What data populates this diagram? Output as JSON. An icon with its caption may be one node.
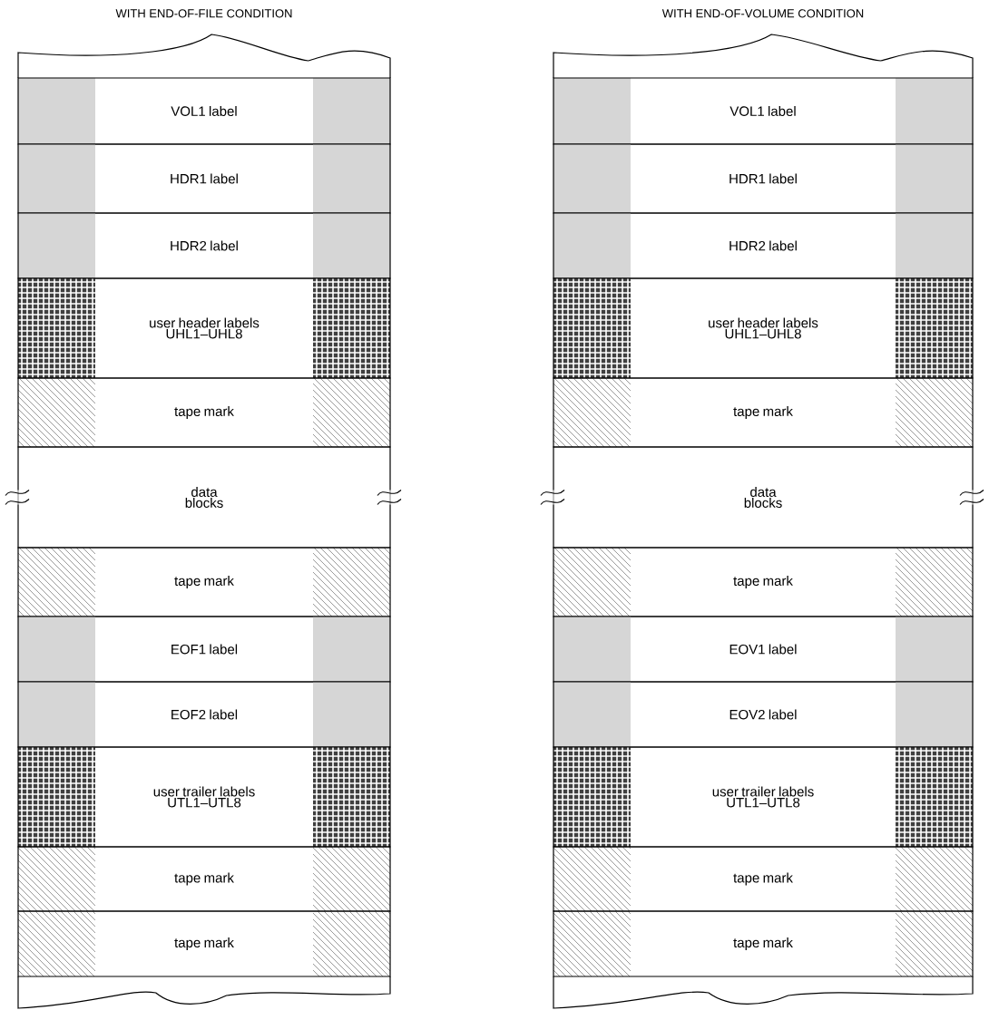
{
  "diagram": {
    "nodes": [
      {
        "text": [
          "WITH END-OF-FILE CONDITION"
        ]
      },
      {
        "text": [
          "VOL1 label"
        ],
        "in": 0
      },
      {
        "text": [
          "HDR1 label"
        ],
        "in": 0
      },
      {
        "text": [
          "HDR2 label"
        ],
        "in": 0
      },
      {
        "text": [
          "user header labels UHL1–UHL8"
        ],
        "in": 0
      },
      {
        "text": [
          "tape mark"
        ],
        "in": 0
      },
      {
        "text": [
          "data blocks"
        ],
        "in": 0
      },
      {
        "text": [
          "tape mark"
        ],
        "in": 0
      },
      {
        "text": [
          "EOF1 label"
        ],
        "in": 0
      },
      {
        "text": [
          "EOF2 label"
        ],
        "in": 0
      },
      {
        "text": [
          "user trailer labels UTL1–UTL8"
        ],
        "in": 0
      },
      {
        "text": [
          "tape mark"
        ],
        "in": 0
      },
      {
        "text": [
          "tape mark"
        ],
        "in": 0
      },
      {
        "text": [
          "WITH END-OF-VOLUME CONDITION"
        ]
      },
      {
        "text": [
          "VOL1 label"
        ],
        "in": 13
      },
      {
        "text": [
          "HDR1 label"
        ],
        "in": 13
      },
      {
        "text": [
          "HDR2 label"
        ],
        "in": 13
      },
      {
        "text": [
          "user header labels UHL1–UHL8"
        ],
        "in": 13
      },
      {
        "text": [
          "tape mark"
        ],
        "in": 13
      },
      {
        "text": [
          "data blocks"
        ],
        "in": 13
      },
      {
        "text": [
          "tape mark"
        ],
        "in": 13
      },
      {
        "text": [
          "EOV1 label"
        ],
        "in": 13
      },
      {
        "text": [
          "EOV2 label"
        ],
        "in": 13
      },
      {
        "text": [
          "user trailer labels UTL1–UTL8"
        ],
        "in": 13
      },
      {
        "text": [
          "tape mark"
        ],
        "in": 13
      },
      {
        "text": [
          "tape mark"
        ],
        "in": 13
      }
    ]
  }
}
